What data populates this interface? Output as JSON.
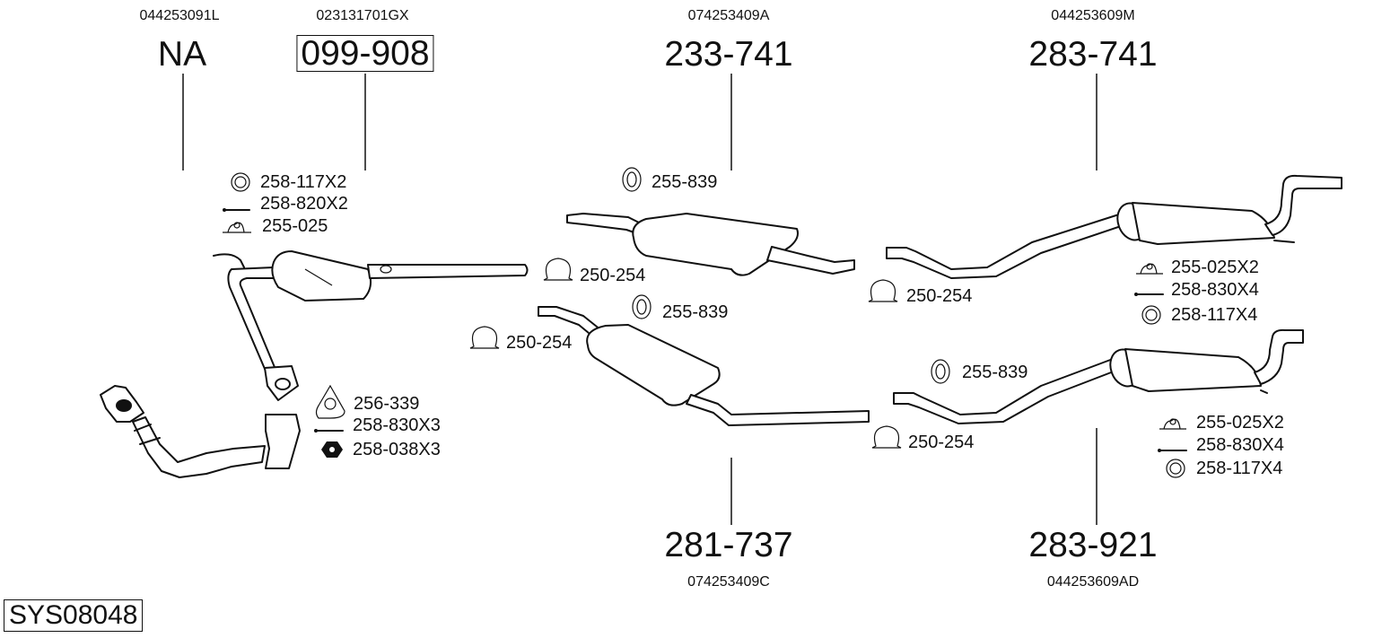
{
  "system_id": "SYS08048",
  "parts": [
    {
      "oe": "044253091L",
      "number": "NA",
      "boxed": false
    },
    {
      "oe": "023131701GX",
      "number": "099-908",
      "boxed": true
    },
    {
      "oe": "074253409A",
      "number": "233-741",
      "boxed": false
    },
    {
      "oe": "044253609M",
      "number": "283-741",
      "boxed": false
    },
    {
      "oe": "074253409C",
      "number": "281-737",
      "boxed": false
    },
    {
      "oe": "044253609AD",
      "number": "283-921",
      "boxed": false
    }
  ],
  "accessories": {
    "cat_kit": [
      {
        "icon": "ring-gasket-icon",
        "label": "258-117X2"
      },
      {
        "icon": "bolt-icon",
        "label": "258-820X2"
      },
      {
        "icon": "rubber-mount-icon",
        "label": "255-025"
      }
    ],
    "downpipe_kit": [
      {
        "icon": "flange-gasket-icon",
        "label": "256-339"
      },
      {
        "icon": "bolt-icon",
        "label": "258-830X3"
      },
      {
        "icon": "nut-icon",
        "label": "258-038X3"
      }
    ],
    "mid_a": [
      {
        "icon": "hanger-ring-icon",
        "label": "255-839"
      },
      {
        "icon": "clamp-icon",
        "label": "250-254"
      }
    ],
    "mid_c": [
      {
        "icon": "hanger-ring-icon",
        "label": "255-839"
      },
      {
        "icon": "clamp-icon",
        "label": "250-254"
      }
    ],
    "rear_m": [
      {
        "icon": "clamp-icon",
        "label": "250-254"
      },
      {
        "icon": "rubber-mount-icon",
        "label": "255-025X2"
      },
      {
        "icon": "bolt-icon",
        "label": "258-830X4"
      },
      {
        "icon": "ring-gasket-icon",
        "label": "258-117X4"
      }
    ],
    "rear_ad": [
      {
        "icon": "hanger-ring-icon",
        "label": "255-839"
      },
      {
        "icon": "clamp-icon",
        "label": "250-254"
      },
      {
        "icon": "rubber-mount-icon",
        "label": "255-025X2"
      },
      {
        "icon": "bolt-icon",
        "label": "258-830X4"
      },
      {
        "icon": "ring-gasket-icon",
        "label": "258-117X4"
      }
    ]
  }
}
